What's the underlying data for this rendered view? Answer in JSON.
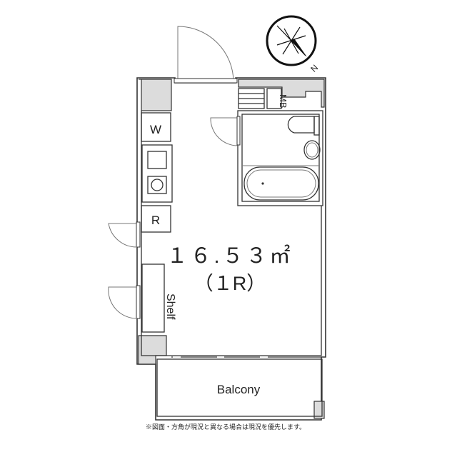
{
  "plan": {
    "area": "１６.５３㎡",
    "layout_type": "（１R）",
    "labels": {
      "washer": "W",
      "refrigerator": "R",
      "shelf": "Shelf",
      "meter_box": "MB",
      "balcony": "Balcony",
      "north": "N"
    },
    "disclaimer": "※図面・方角が現況と異なる場合は現況を優先します。"
  }
}
